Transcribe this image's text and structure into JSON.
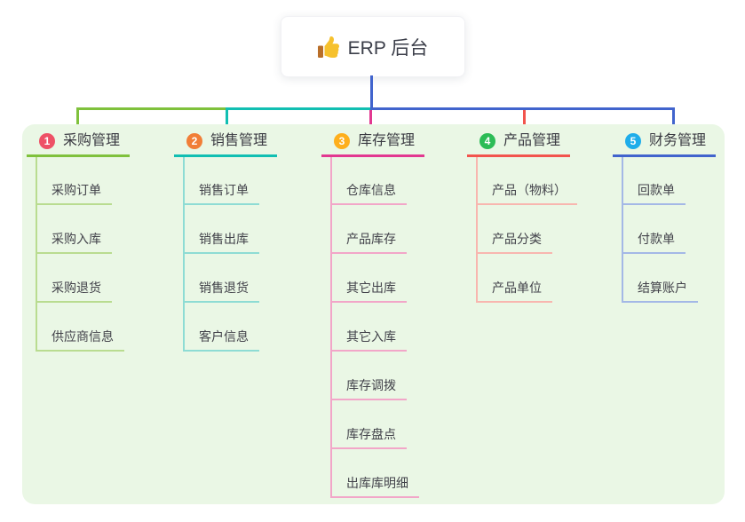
{
  "root": {
    "title": "ERP 后台",
    "icon": "thumbs-up",
    "line_color": "#4164cd"
  },
  "panel": {
    "background": "#eaf7e5"
  },
  "branches": [
    {
      "badge": "1",
      "title": "采购管理",
      "badge_color": "#ee5166",
      "color": "#7fc13c",
      "light_color": "#b9dc90",
      "children": [
        "采购订单",
        "采购入库",
        "采购退货",
        "供应商信息"
      ]
    },
    {
      "badge": "2",
      "title": "销售管理",
      "badge_color": "#f17e37",
      "color": "#11bfb2",
      "light_color": "#8edcd4",
      "children": [
        "销售订单",
        "销售出库",
        "销售退货",
        "客户信息"
      ]
    },
    {
      "badge": "3",
      "title": "库存管理",
      "badge_color": "#feaf1c",
      "color": "#e23890",
      "light_color": "#f2a6c8",
      "children": [
        "仓库信息",
        "产品库存",
        "其它出库",
        "其它入库",
        "库存调拨",
        "库存盘点",
        "出库库明细"
      ]
    },
    {
      "badge": "4",
      "title": "产品管理",
      "badge_color": "#2cbc56",
      "color": "#f2544d",
      "light_color": "#f8b6af",
      "children": [
        "产品（物料）",
        "产品分类",
        "产品单位"
      ]
    },
    {
      "badge": "5",
      "title": "财务管理",
      "badge_color": "#1fadea",
      "color": "#4164cd",
      "light_color": "#a4b8e6",
      "children": [
        "回款单",
        "付款单",
        "结算账户"
      ]
    }
  ]
}
